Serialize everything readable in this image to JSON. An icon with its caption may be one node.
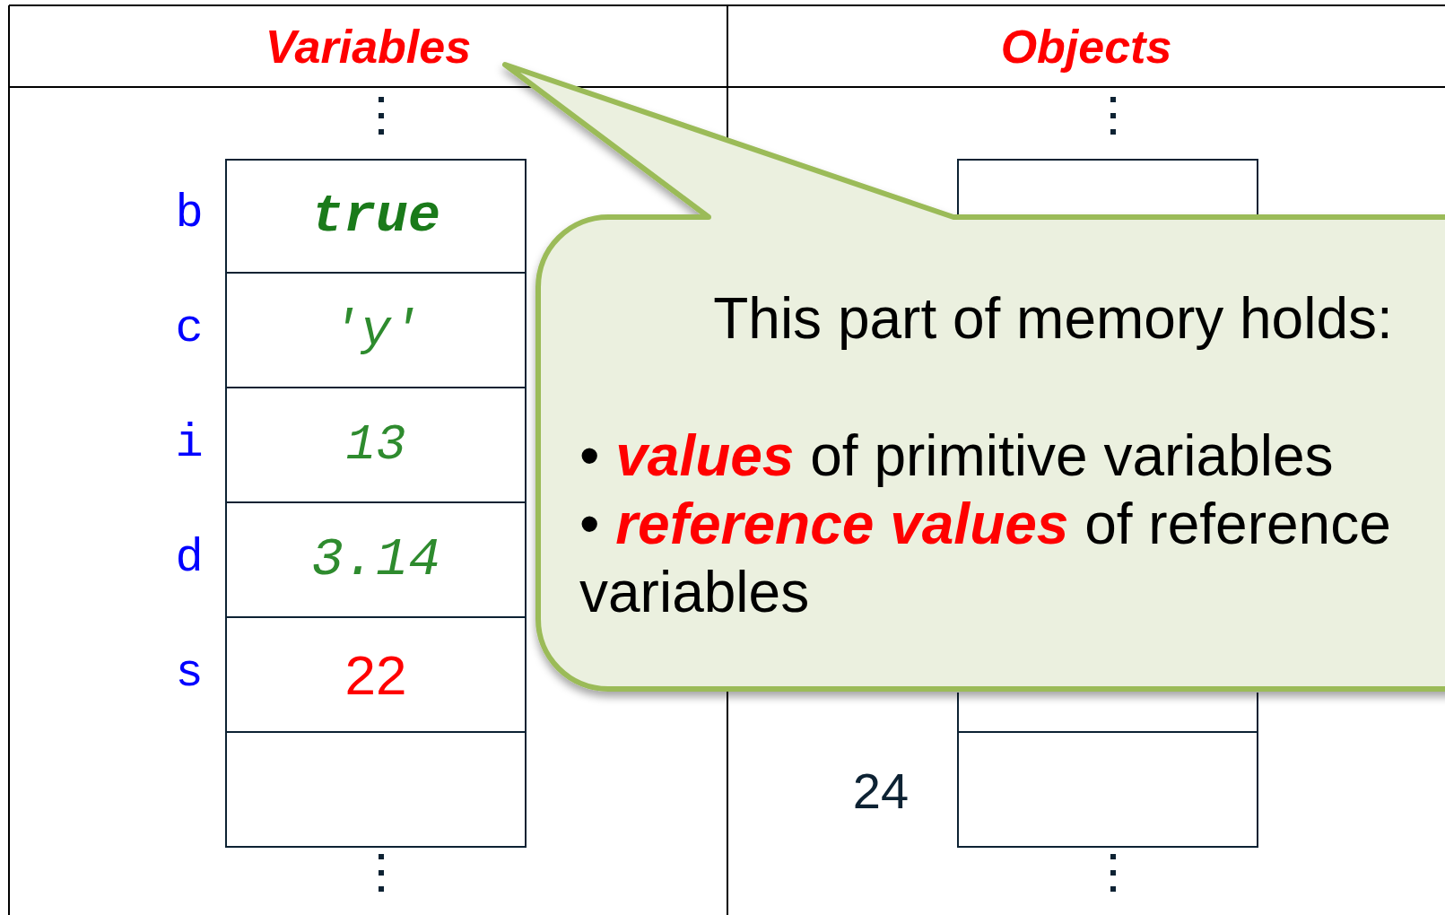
{
  "diagram": {
    "nodes": [
      {
        "text": [
          "Variables"
        ]
      },
      {
        "text": [
          "Objects"
        ]
      },
      {
        "text": [
          "true"
        ],
        "beside": [
          "b"
        ]
      },
      {
        "text": [
          "'y'"
        ],
        "beside": [
          "c"
        ]
      },
      {
        "text": [
          "13"
        ],
        "beside": [
          "i"
        ]
      },
      {
        "text": [
          "3.14"
        ],
        "beside": [
          "d"
        ]
      },
      {
        "text": [
          "22"
        ],
        "beside": [
          "s"
        ]
      },
      {
        "text": [],
        "shape": "box"
      },
      {
        "text": [],
        "shape": "box"
      },
      {
        "text": [],
        "shape": "box"
      },
      {
        "text": [],
        "shape": "box",
        "beside": [
          "24"
        ]
      },
      {
        "text": [
          "This part of memory holds:",
          "• **values** of primitive variables",
          "• **reference values** of reference variables"
        ]
      }
    ]
  }
}
